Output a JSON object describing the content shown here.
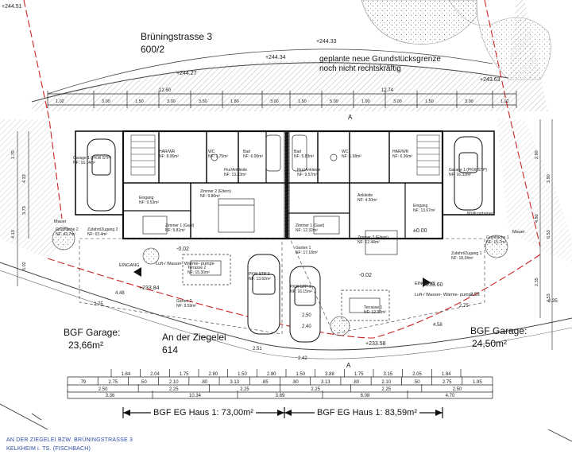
{
  "plan": {
    "street_label": "Brüningstrasse 3",
    "street_parcel": "600/2",
    "boundary_note_1": "geplante neue Grundstücksgrenze",
    "boundary_note_2": "noch nicht rechtskräftig",
    "street2_label": "An der Ziegelei",
    "street2_parcel": "614",
    "garage_left_title": "BGF Garage:",
    "garage_left_value": "23,66m²",
    "garage_right_title": "BGF Garage:",
    "garage_right_value": "24,50m²",
    "bgf_house1_left": "BGF EG Haus 1: 73,00m²",
    "bgf_house1_right": "BGF EG Haus 1: 83,59m²",
    "footer_line1": "AN DER ZIEGELEI BZW. BRÜNINGSTRASSE 3",
    "footer_line2": "KELKHEIM i. TS. (FISCHBACH)"
  },
  "elevations": [
    {
      "id": "e1",
      "text": "+244.51"
    },
    {
      "id": "e2",
      "text": "+244.33"
    },
    {
      "id": "e3",
      "text": "+244.34"
    },
    {
      "id": "e4",
      "text": "+244.27"
    },
    {
      "id": "e5",
      "text": "+243.63"
    },
    {
      "id": "e6",
      "text": "+233.84"
    },
    {
      "id": "e7",
      "text": "+233.58"
    },
    {
      "id": "e8",
      "text": "+233.60"
    },
    {
      "id": "e9",
      "text": "±0.00"
    },
    {
      "id": "e10",
      "text": "-0.02"
    },
    {
      "id": "e11",
      "text": "-0.02"
    }
  ],
  "rooms": [
    {
      "id": "r1",
      "name": "HAR/WR",
      "area": "NF: 8.06m²"
    },
    {
      "id": "r2",
      "name": "WC",
      "area": "NF: 1.75m²"
    },
    {
      "id": "r3",
      "name": "Bad",
      "area": "NF: 6.06m²"
    },
    {
      "id": "r4",
      "name": "Flur/Ankleide",
      "area": "NF: 13.33m²"
    },
    {
      "id": "r5",
      "name": "Zimmer 2 (Eltern)",
      "area": "NF: 9.80m²"
    },
    {
      "id": "r6",
      "name": "Eingang",
      "area": "NF: 9.53m²"
    },
    {
      "id": "r7",
      "name": "Zimmer 1 (Gast)",
      "area": "NF: 9.81m²"
    },
    {
      "id": "r8",
      "name": "Garage 1 (PKW STP)",
      "area": "NF: 16.14m²"
    },
    {
      "id": "r9",
      "name": "Grünfläche 2",
      "area": "NF: 42.7m²"
    },
    {
      "id": "r10",
      "name": "Zufahrt/Zugang 2",
      "area": "NF: 63.4m²"
    },
    {
      "id": "r11",
      "name": "Terrasse 2",
      "area": "NF: 15.30m²"
    },
    {
      "id": "r12",
      "name": "Garten 2",
      "area": "NF: 9.59m²"
    },
    {
      "id": "r13",
      "name": "Bad",
      "area": "NF: 5.83m²"
    },
    {
      "id": "r14",
      "name": "WC",
      "area": "NF: 1.68m²"
    },
    {
      "id": "r15",
      "name": "HAR/WR",
      "area": "NF: 6.36m²"
    },
    {
      "id": "r16",
      "name": "Flur/Ankleide",
      "area": "NF: 9.57m²"
    },
    {
      "id": "r17",
      "name": "Ankleide",
      "area": "NF: 4.20m²"
    },
    {
      "id": "r18",
      "name": "Eingang",
      "area": "NF: 13.67m²"
    },
    {
      "id": "r19",
      "name": "Zimmer 1 (Gast)",
      "area": "NF: 12.32m²"
    },
    {
      "id": "r20",
      "name": "Zimmer 2 (Eltern)",
      "area": "NF: 12.44m²"
    },
    {
      "id": "r21",
      "name": "Garage 1 (PKW STP)",
      "area": "NF: 16.33m²"
    },
    {
      "id": "r22",
      "name": "Garten 1",
      "area": "NF: 17.18m²"
    },
    {
      "id": "r23",
      "name": "Terrasse 1",
      "area": "NF: 12.30m²"
    },
    {
      "id": "r24",
      "name": "Grünfläche 1",
      "area": "NF: 15.7m²"
    },
    {
      "id": "r25",
      "name": "Zufahrt/Zugang 1",
      "area": "NF: 18.34m²"
    },
    {
      "id": "r26",
      "name": "PKW STP 2",
      "area": "NF: 13.62m²"
    },
    {
      "id": "r27",
      "name": "PKW STP 1",
      "area": "NF: 16.15m²"
    }
  ],
  "misc_labels": [
    {
      "id": "m1",
      "text": "EINGANG"
    },
    {
      "id": "m2",
      "text": "EINGANG"
    },
    {
      "id": "m3",
      "text": "Luft-/ Wasser- Wärme- pumpe"
    },
    {
      "id": "m4",
      "text": "Luft-/ Wasser- Wärme- pumpe"
    },
    {
      "id": "m5",
      "text": "Mauer"
    },
    {
      "id": "m6",
      "text": "Mauer"
    },
    {
      "id": "m7",
      "text": "Müllcontainer"
    }
  ],
  "dims_top": [
    "1.02",
    "3.00",
    "1.50",
    "3.00",
    "3.50",
    "1.80",
    "3.00",
    "1.50",
    "5.00",
    "1.90",
    "3.00",
    "1.50",
    "3.00",
    "1.02"
  ],
  "dims_top_overall": [
    "12.60",
    "12.74"
  ],
  "dims_side": [
    "1.70",
    "4.33",
    "3.73",
    "4.13",
    "5.02",
    "2.90",
    "3.90",
    "4.80",
    "6.53",
    "2.35",
    "4.53"
  ],
  "dims_bottom_row1": [
    "1.84",
    "2.04",
    "1.75",
    "2.80",
    "1.50",
    "2.80",
    "1.50",
    "3.88",
    "1.75",
    "3.15",
    "2.05",
    "1.84"
  ],
  "dims_bottom_row2": [
    ".79",
    "2.75",
    ".50",
    "2.10",
    ".80",
    "3.13",
    ".85",
    ".80",
    "3.13",
    ".80",
    "2.10",
    ".50",
    "2.75",
    "1.95"
  ],
  "dims_bottom_row3": [
    "2.50",
    "2.25",
    "2.25",
    "2.25",
    "2.25",
    "2.50"
  ],
  "dims_bottom_row4": [
    "3.36",
    "10.34",
    "3.89",
    "6.08",
    "4.70"
  ],
  "dims_misc": [
    "2.75",
    "4.48",
    "2.51",
    "2.42",
    "4.58",
    "2.75",
    "2.50",
    "2.40",
    "2.35",
    "2.58"
  ]
}
